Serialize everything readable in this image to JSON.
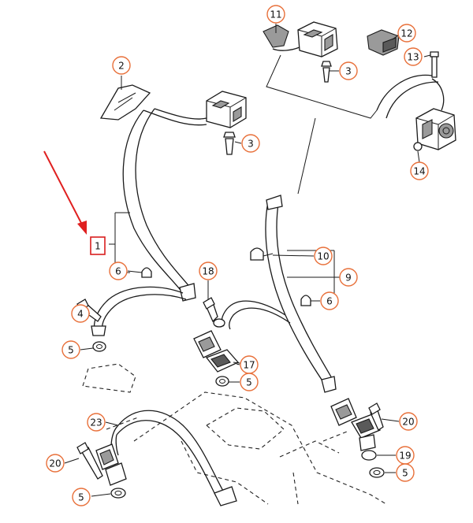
{
  "diagram": {
    "callouts": [
      {
        "id": "c2",
        "label": "2"
      },
      {
        "id": "c3a",
        "label": "3"
      },
      {
        "id": "c1",
        "label": "1"
      },
      {
        "id": "c6a",
        "label": "6"
      },
      {
        "id": "c4",
        "label": "4"
      },
      {
        "id": "c5a",
        "label": "5"
      },
      {
        "id": "c11",
        "label": "11"
      },
      {
        "id": "c3b",
        "label": "3"
      },
      {
        "id": "c12",
        "label": "12"
      },
      {
        "id": "c13",
        "label": "13"
      },
      {
        "id": "c14",
        "label": "14"
      },
      {
        "id": "c10",
        "label": "10"
      },
      {
        "id": "c9",
        "label": "9"
      },
      {
        "id": "c6b",
        "label": "6"
      },
      {
        "id": "c18",
        "label": "18"
      },
      {
        "id": "c17",
        "label": "17"
      },
      {
        "id": "c5b",
        "label": "5"
      },
      {
        "id": "c20a",
        "label": "20"
      },
      {
        "id": "c19",
        "label": "19"
      },
      {
        "id": "c5c",
        "label": "5"
      },
      {
        "id": "c23",
        "label": "23"
      },
      {
        "id": "c20b",
        "label": "20"
      },
      {
        "id": "c5d",
        "label": "5"
      }
    ],
    "highlighted_callout": "c1",
    "colors": {
      "callout_ring": "#e8703a",
      "highlight": "#d81e1e",
      "arrow": "#e02020",
      "line": "#1a1a1a"
    }
  }
}
